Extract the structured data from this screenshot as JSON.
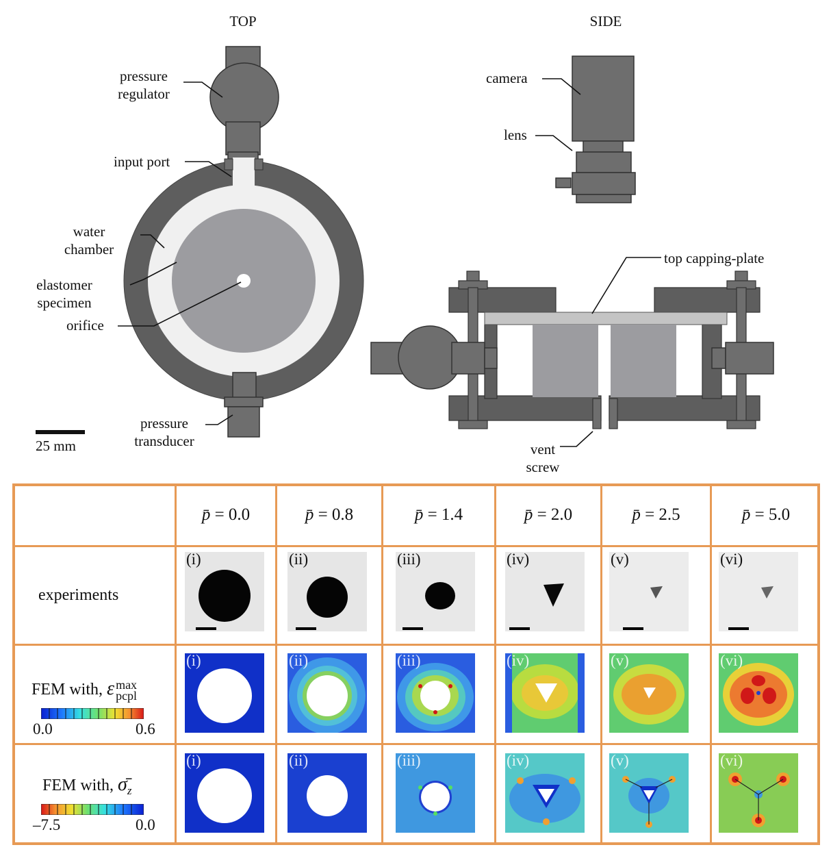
{
  "top_view": {
    "title": "TOP",
    "labels": {
      "pressure_regulator": [
        "pressure",
        "regulator"
      ],
      "input_port": "input port",
      "water_chamber": [
        "water",
        "chamber"
      ],
      "elastomer_specimen": [
        "elastomer",
        "specimen"
      ],
      "orifice": "orifice",
      "pressure_transducer": [
        "pressure",
        "transducer"
      ]
    },
    "scale_bar": "25 mm"
  },
  "side_view": {
    "title": "SIDE",
    "labels": {
      "camera": "camera",
      "lens": "lens",
      "top_capping_plate": "top capping-plate",
      "vent_screw": [
        "vent",
        "screw"
      ]
    }
  },
  "colors": {
    "chamber_dark": "#5e5e5e",
    "water": "#f0f0f0",
    "specimen": "#9c9ca0",
    "capping_plate": "#c4c4c4",
    "grid_border": "#e79a55"
  },
  "results_table": {
    "columns": [
      {
        "symbol": "p̄",
        "equals": " = ",
        "value": "0.0"
      },
      {
        "symbol": "p̄",
        "equals": " = ",
        "value": "0.8"
      },
      {
        "symbol": "p̄",
        "equals": " = ",
        "value": "1.4"
      },
      {
        "symbol": "p̄",
        "equals": " = ",
        "value": "2.0"
      },
      {
        "symbol": "p̄",
        "equals": " = ",
        "value": "2.5"
      },
      {
        "symbol": "p̄",
        "equals": " = ",
        "value": "5.0"
      }
    ],
    "panel_tags": [
      "(i)",
      "(ii)",
      "(iii)",
      "(iv)",
      "(v)",
      "(vi)"
    ],
    "rows": {
      "experiments": "experiments",
      "fem_strain": {
        "prefix": "FEM with, ",
        "symbol": "ε",
        "sup": "max",
        "sub": "pcpl",
        "colorbar_min": "0.0",
        "colorbar_max": "0.6"
      },
      "fem_stress": {
        "prefix": "FEM with, ",
        "symbol": "σ̄",
        "sub": "z",
        "colorbar_min": "–7.5",
        "colorbar_max": "0.0"
      }
    }
  }
}
